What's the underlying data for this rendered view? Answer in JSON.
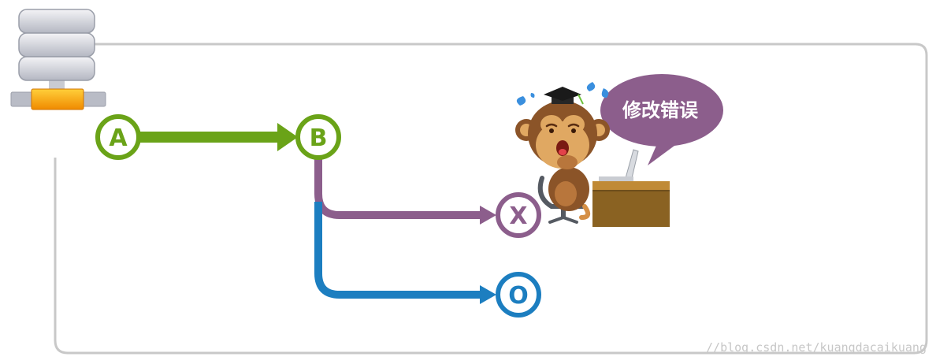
{
  "diagram": {
    "nodes": [
      {
        "id": "A",
        "label": "A",
        "color": "#6aa318"
      },
      {
        "id": "B",
        "label": "B",
        "color": "#6aa318"
      },
      {
        "id": "X",
        "label": "X",
        "color": "#8c5e8c"
      },
      {
        "id": "O",
        "label": "O",
        "color": "#1c7ec0"
      }
    ],
    "edges": [
      {
        "from": "A",
        "to": "B",
        "color": "#6aa318"
      },
      {
        "from": "B",
        "to": "X",
        "color": "#8c5e8c"
      },
      {
        "from": "B",
        "to": "O",
        "color": "#1c7ec0"
      }
    ],
    "speech_bubble": {
      "text": "修改错误",
      "color": "#8c5e8c"
    },
    "icons": [
      "database-server-icon",
      "monkey-character-icon",
      "desk-icon",
      "laptop-icon",
      "sweat-drop-icon",
      "graduation-cap-icon"
    ]
  },
  "watermark": "//blog.csdn.net/kuangdacaikuang"
}
